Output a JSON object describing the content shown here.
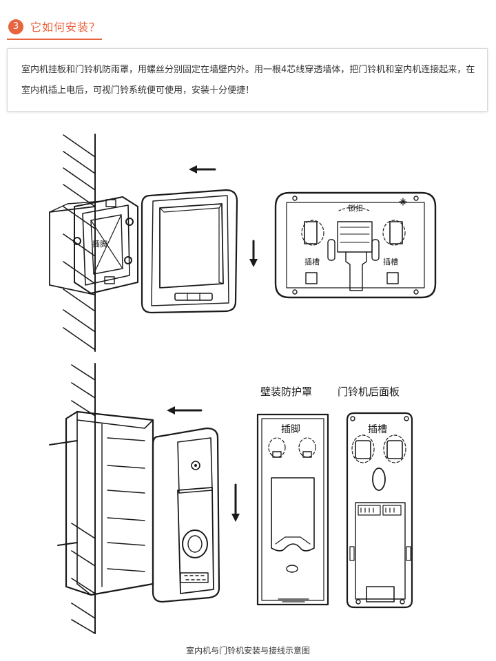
{
  "header": {
    "step_number": "3",
    "title": "它如何安装？"
  },
  "intro": {
    "text": "室内机挂板和门铃机防雨罩，用螺丝分别固定在墙壁内外。用一根4芯线穿透墙体，把门铃机和室内机连接起来，在室内机插上电后，可视门铃系统便可使用，安装十分便捷！"
  },
  "labels": {
    "indoor_bracket_foot": "插脚",
    "indoor_back_lock": "锁扣",
    "indoor_back_slot_left": "插槽",
    "indoor_back_slot_right": "插槽",
    "wall_cover_title": "壁装防护罩",
    "doorbell_back_title": "门铃机后面板",
    "cover_foot": "插脚",
    "back_slot": "插槽"
  },
  "caption": "室内机与门铃机安装与接线示意图"
}
